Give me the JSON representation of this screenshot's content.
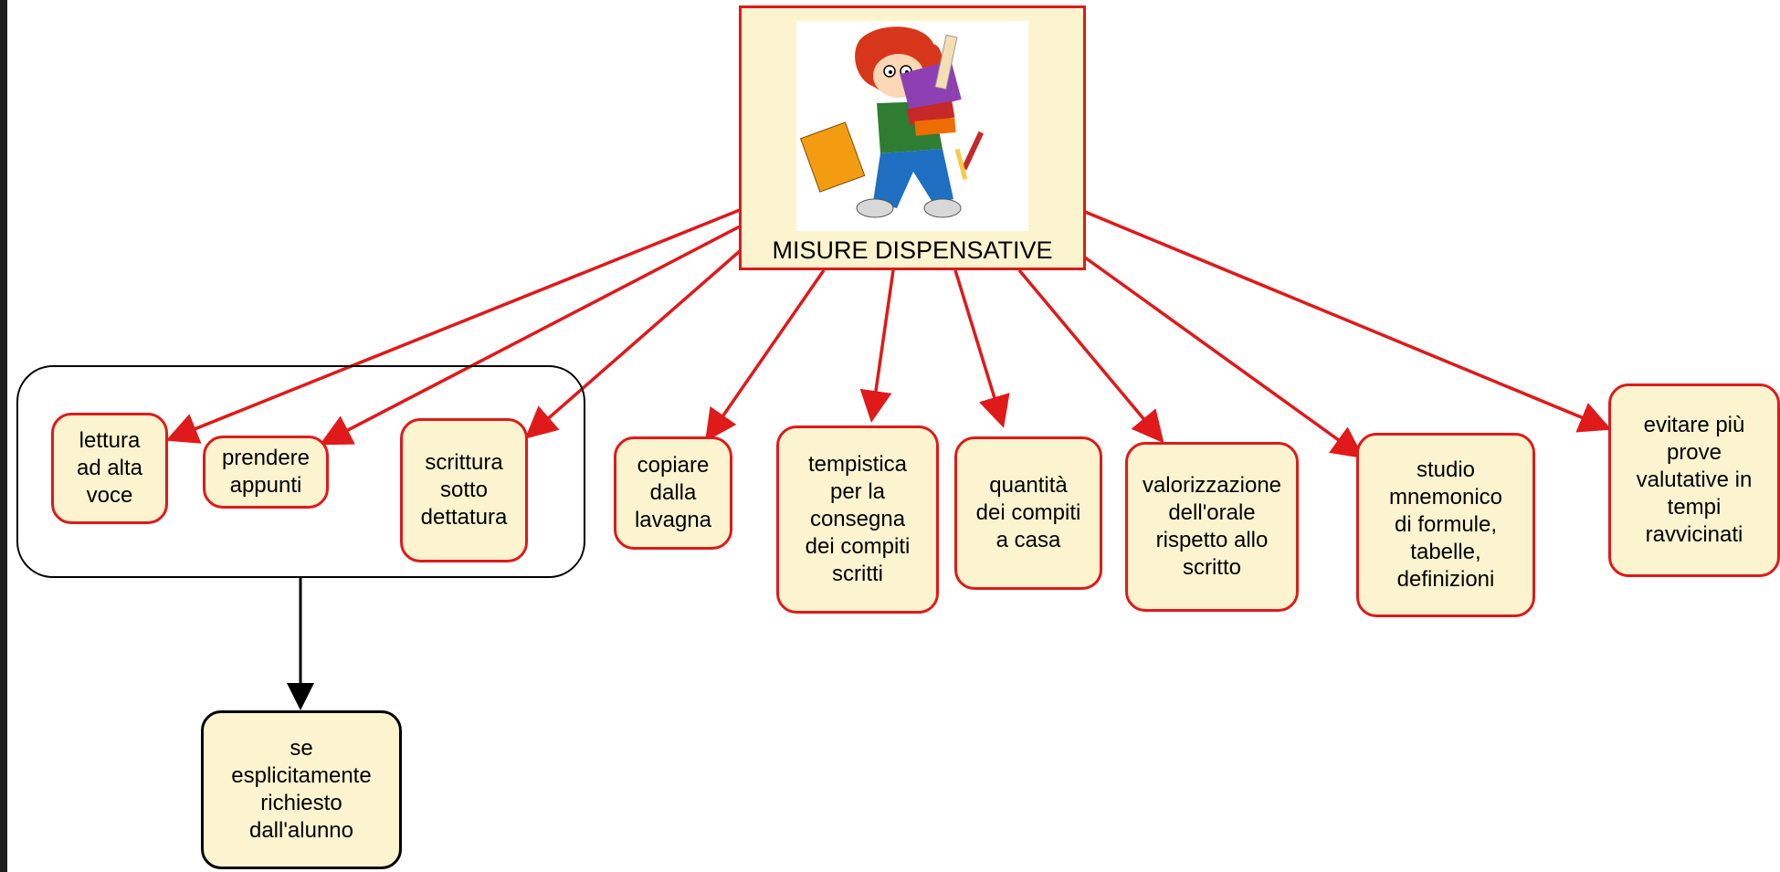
{
  "root": {
    "label": "MISURE DISPENSATIVE",
    "illustration": "cartoon-student-carrying-books"
  },
  "concepts": [
    {
      "id": "lettura",
      "text": "lettura\nad alta\nvoce"
    },
    {
      "id": "appunti",
      "text": "prendere\nappunti"
    },
    {
      "id": "scrittura",
      "text": "scrittura\nsotto\ndettatura"
    },
    {
      "id": "copiare",
      "text": "copiare\ndalla\nlavagna"
    },
    {
      "id": "tempistica",
      "text": "tempistica\nper la\nconsegna\ndei compiti\nscritti"
    },
    {
      "id": "quantita",
      "text": "quantità\ndei compiti\na casa"
    },
    {
      "id": "valorizzazione",
      "text": "valorizzazione\ndell'orale\nrispetto allo\nscritto"
    },
    {
      "id": "studio",
      "text": "studio\nmnemonico\ndi formule,\ntabelle,\ndefinizioni"
    },
    {
      "id": "evitare",
      "text": "evitare più\nprove\nvalutative in\ntempi\nravvicinati"
    }
  ],
  "condition": {
    "text": "se\nesplicitamente\nrichiesto\ndall'alunno"
  },
  "colors": {
    "edge": "#e0191a",
    "node_fill": "#fcf4cf",
    "node_border": "#e0191a",
    "group_border": "#000000"
  }
}
